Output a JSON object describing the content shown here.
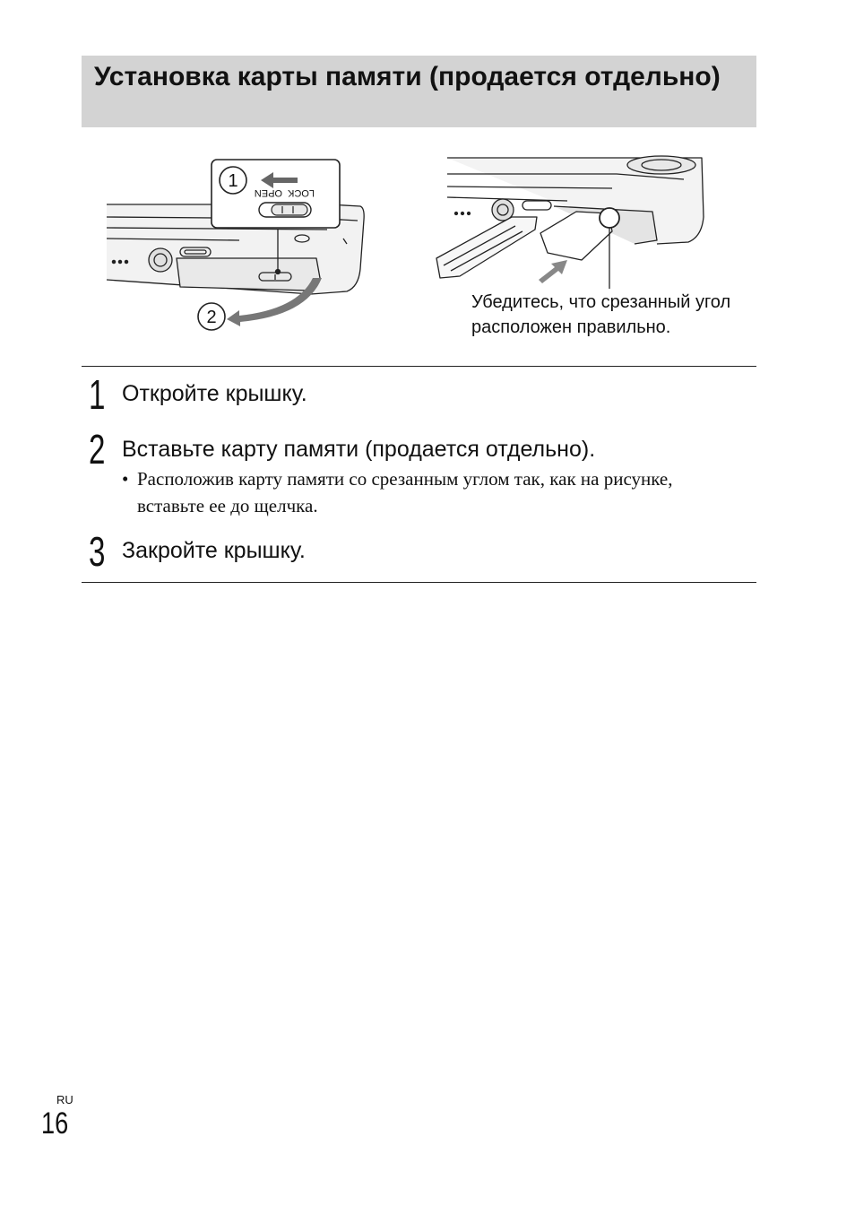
{
  "section": {
    "title": "Установка карты памяти (продается отдельно)"
  },
  "figure_left": {
    "callout_1": "1",
    "callout_2": "2",
    "label_lock": "LOCK",
    "label_open": "OPEN"
  },
  "figure_right": {
    "caption": "Убедитесь, что срезанный угол расположен правильно."
  },
  "steps": [
    {
      "number": "1",
      "text": "Откройте крышку."
    },
    {
      "number": "2",
      "text": "Вставьте карту памяти (продается отдельно).",
      "note": "Расположив карту памяти со срезанным углом так, как на рисунке, вставьте ее до щелчка."
    },
    {
      "number": "3",
      "text": "Закройте крышку."
    }
  ],
  "footer": {
    "language": "RU",
    "page_number": "16"
  },
  "colors": {
    "title_background": "#d3d3d3",
    "text": "#111111"
  }
}
